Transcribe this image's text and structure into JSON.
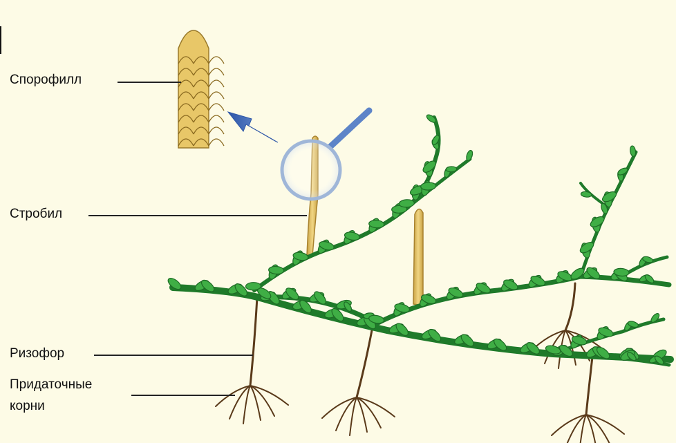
{
  "labels": {
    "sporophyll": "Спорофилл",
    "strobilus": "Стробил",
    "rhizophore": "Ризофор",
    "adventitious_roots": [
      "Придаточные",
      "корни"
    ]
  },
  "colors": {
    "background": "#fdfbe6",
    "stem": "#1f7a2a",
    "leaf": "#3fae45",
    "leaf_edge": "#1d6a24",
    "strobilus": "#e2c168",
    "root": "#5a3a1a",
    "arrow": "#3a62b0",
    "magnifier": "#9fb6d8"
  }
}
